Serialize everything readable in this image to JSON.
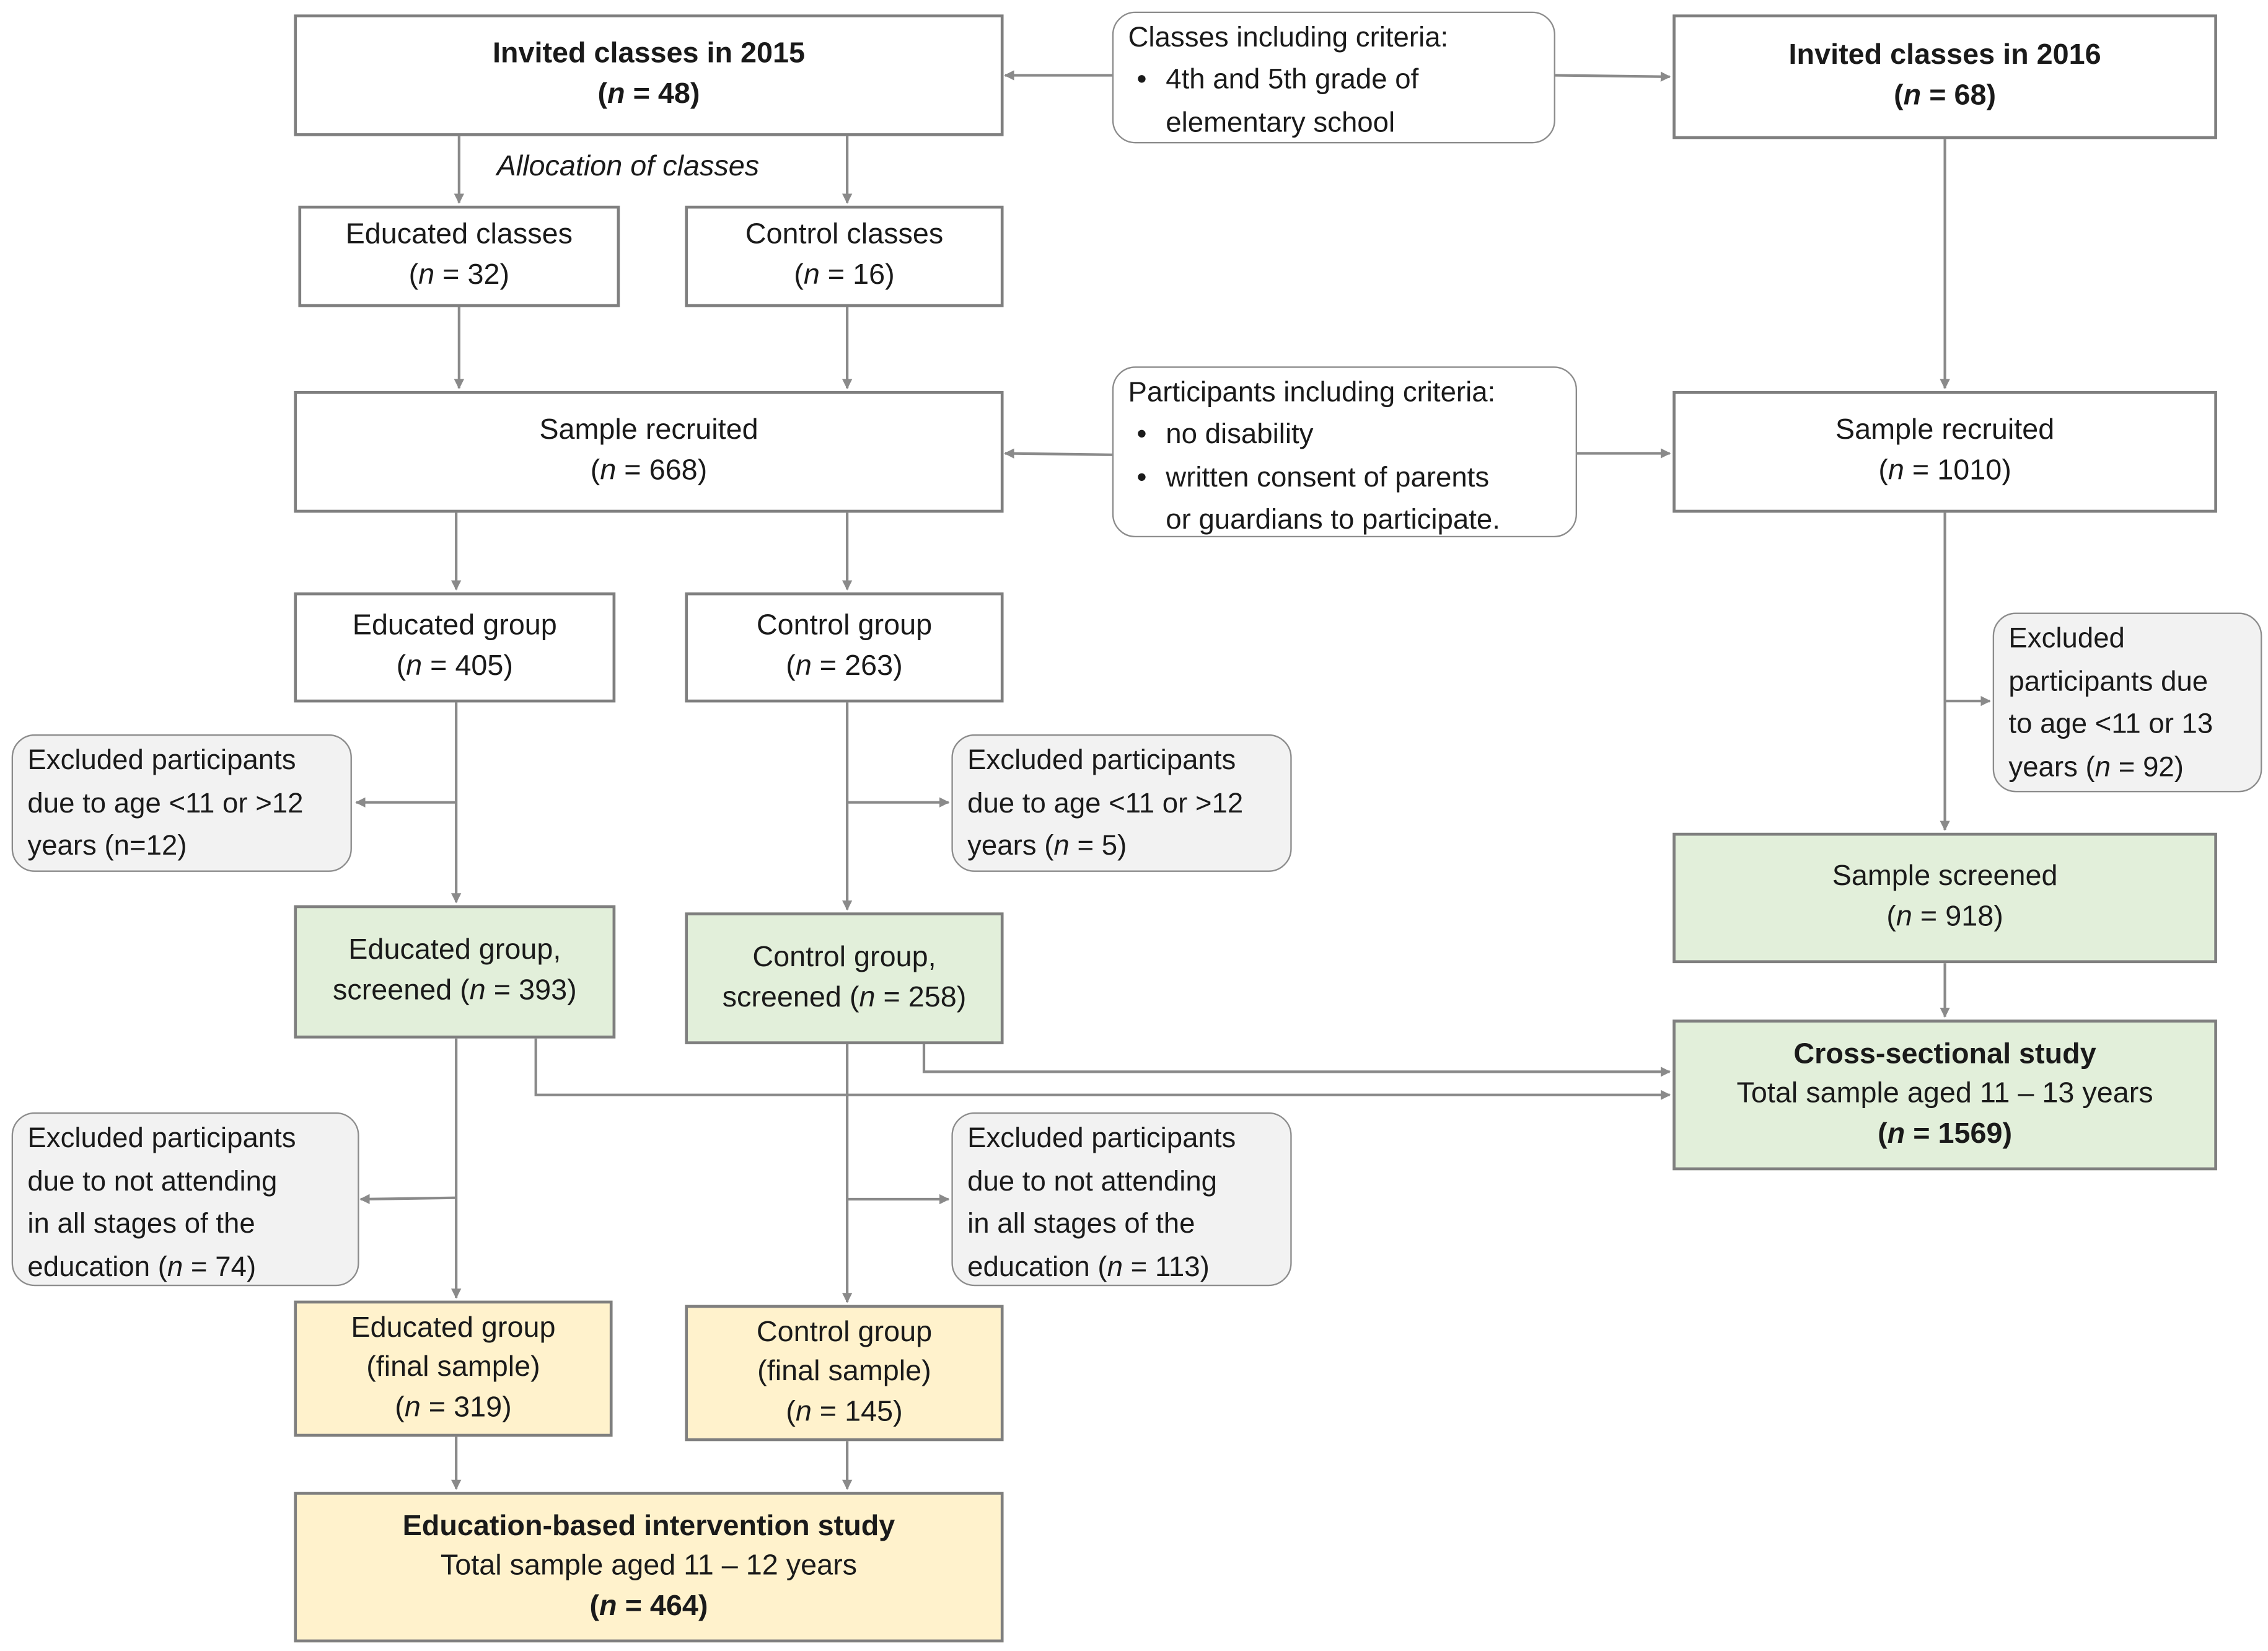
{
  "boxes": {
    "invited_2015": {
      "title": "Invited classes in 2015",
      "n": "48"
    },
    "invited_2016": {
      "title": "Invited classes in 2016",
      "n": "68"
    },
    "educated_classes": {
      "title": "Educated classes",
      "n": "32"
    },
    "control_classes": {
      "title": "Control classes",
      "n": "16"
    },
    "recruited_2015": {
      "title": "Sample recruited",
      "n": "668"
    },
    "recruited_2016": {
      "title": "Sample recruited",
      "n": "1010"
    },
    "educated_group": {
      "title": "Educated group",
      "n": "405"
    },
    "control_group": {
      "title": "Control group",
      "n": "263"
    },
    "educated_screened": {
      "line1": "Educated group,",
      "line2_prefix": "screened",
      "n": "393"
    },
    "control_screened": {
      "line1": "Control group,",
      "line2_prefix": "screened",
      "n": "258"
    },
    "screened_2016": {
      "title": "Sample screened",
      "n": "918"
    },
    "cross_sectional": {
      "title": "Cross-sectional study",
      "subtitle": "Total sample aged 11 – 13 years",
      "n": "1569"
    },
    "educated_final": {
      "line1": "Educated group",
      "line2": "(final sample)",
      "n": "319"
    },
    "control_final": {
      "line1": "Control group",
      "line2": "(final sample)",
      "n": "145"
    },
    "intervention": {
      "title": "Education-based intervention study",
      "subtitle": "Total sample aged 11 – 12 years",
      "n": "464"
    }
  },
  "n_symbol": "n",
  "allocation_label": "Allocation of classes",
  "criteria": {
    "classes": {
      "heading": "Classes including criteria:",
      "items": [
        "4th and 5th grade of",
        "elementary school"
      ]
    },
    "participants": {
      "heading": "Participants including criteria:",
      "items": [
        "no disability",
        "written consent of parents",
        "or guardians to participate."
      ]
    }
  },
  "exclusions": {
    "educated_age": {
      "line1": "Excluded participants",
      "line2": "due to age <11  or >12",
      "line3": "years (n=12)"
    },
    "control_age": {
      "line1": "Excluded participants",
      "line2": "due to age <11  or >12",
      "line3_prefix": "years (",
      "n": "5"
    },
    "sample_2016_age": {
      "line1": "Excluded",
      "line2": "participants due",
      "line3": "to age <11  or 13",
      "line4_prefix": "years (",
      "n": "92"
    },
    "educated_attend": {
      "line1": "Excluded participants",
      "line2": "due to not attending",
      "line3": "in all stages of the",
      "line4_prefix": "education (",
      "n": "74"
    },
    "control_attend": {
      "line1": "Excluded participants",
      "line2": "due to not attending",
      "line3": "in all stages of the",
      "line4_prefix": "education (",
      "n": "113"
    }
  },
  "colors": {
    "screened_fill": "#e2efda",
    "final_fill": "#fff2cc",
    "exclusion_fill": "#f2f2f2",
    "arrow": "#7f7f7f"
  }
}
